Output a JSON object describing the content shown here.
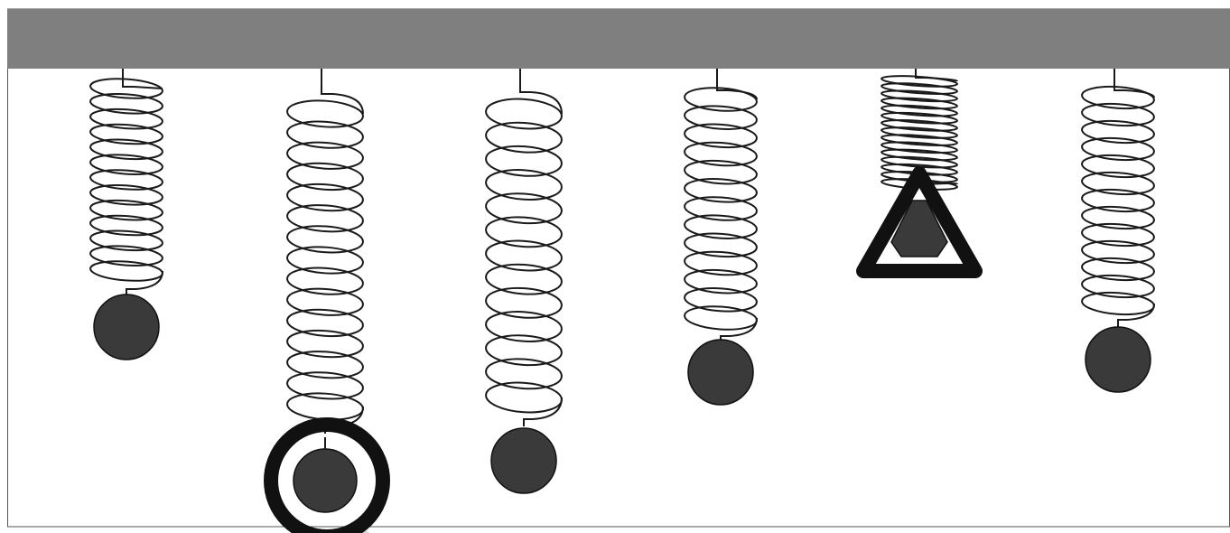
{
  "colors": {
    "background": "#ffffff",
    "ceiling": "#7f7f7f",
    "spring": "#1a1a1a",
    "mass": "#3a3a3a",
    "marker_ring": "#111111",
    "frame": "#555555",
    "shadow": "#d9d9d9"
  },
  "springs": [
    {
      "id": "spring-1",
      "coils": 12,
      "mass": "sphere",
      "marker": "none"
    },
    {
      "id": "spring-2",
      "coils": 14,
      "mass": "sphere",
      "marker": "circle-highlight"
    },
    {
      "id": "spring-3",
      "coils": 12,
      "mass": "sphere",
      "marker": "none"
    },
    {
      "id": "spring-4",
      "coils": 12,
      "mass": "sphere",
      "marker": "none"
    },
    {
      "id": "spring-5",
      "coils": 14,
      "mass": "hexagon",
      "marker": "triangle-highlight"
    },
    {
      "id": "spring-6",
      "coils": 12,
      "mass": "sphere",
      "marker": "none"
    }
  ]
}
